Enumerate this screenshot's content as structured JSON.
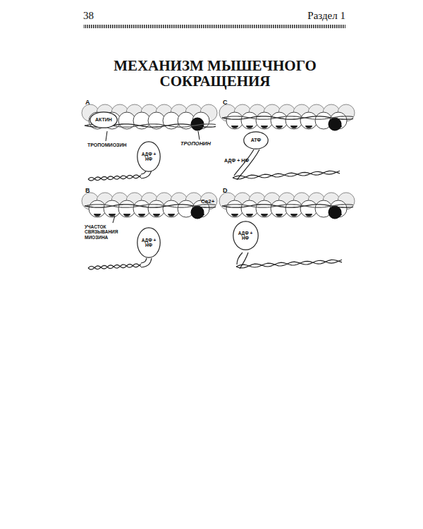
{
  "diagram": {
    "title": "МЕХАНИЗМ МЫШЕЧНОГО СОКРАЩЕНИЯ",
    "nodes": [
      {
        "text": [
          "АКТИН"
        ]
      },
      {
        "text": [
          "АДФ + НФ"
        ]
      },
      {
        "text": [
          "АТФ"
        ]
      },
      {
        "text": [
          "АДФ + НФ"
        ]
      },
      {
        "text": [
          "АДФ + НФ"
        ]
      }
    ],
    "labels": [
      "38",
      "Раздел 1",
      "A",
      "ТРОПОМИОЗИН",
      "ТРОПОНИН",
      "C",
      "АДФ + НФ",
      "B",
      "Ca2+",
      "УЧАСТОК СВЯЗЫВАНИЯ МИОЗИНА",
      "D"
    ]
  }
}
